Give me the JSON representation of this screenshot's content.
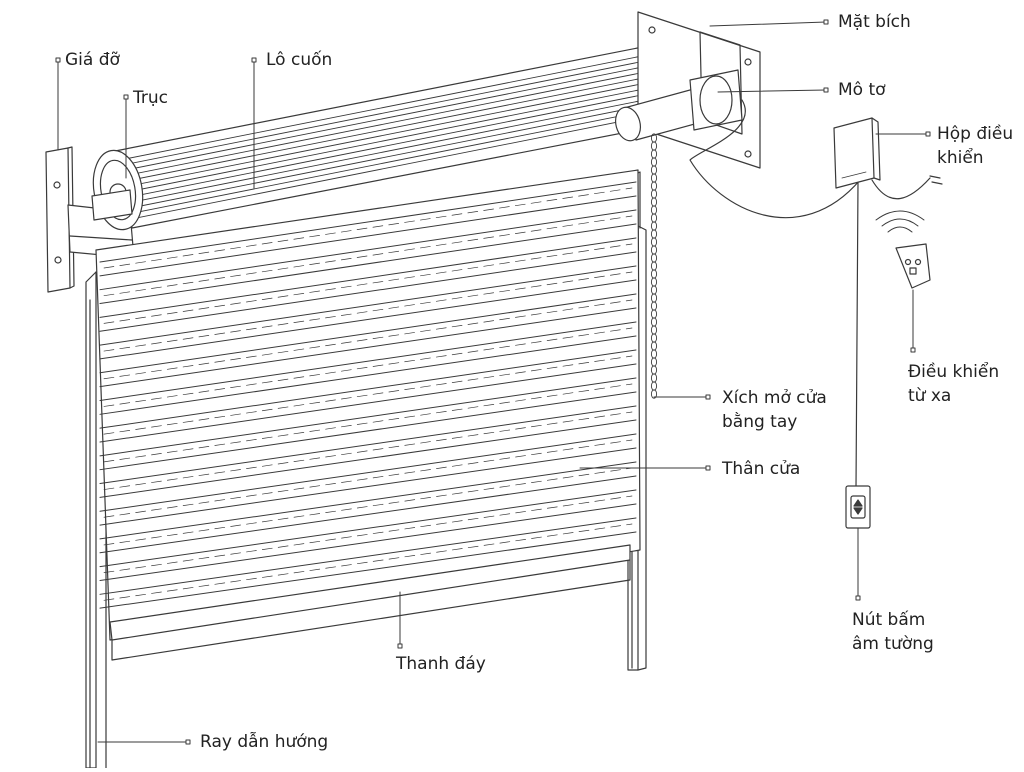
{
  "labels": {
    "gia_do": "Giá đỡ",
    "truc": "Trục",
    "lo_cuon": "Lô cuốn",
    "mat_bich": "Mặt bích",
    "mo_to": "Mô tơ",
    "hop_dieu_khien_1": "Hộp điều",
    "hop_dieu_khien_2": "khiển",
    "dieu_khien_tu_xa_1": "Điều khiển",
    "dieu_khien_tu_xa_2": "từ xa",
    "xich_1": "Xích mở cửa",
    "xich_2": "bằng tay",
    "than_cua": "Thân cửa",
    "nut_bam_1": "Nút bấm",
    "nut_bam_2": "âm tường",
    "thanh_day": "Thanh đáy",
    "ray_dan_huong": "Ray dẫn hướng"
  },
  "colors": {
    "line": "#3a3a3a",
    "text": "#222222",
    "background": "#ffffff"
  }
}
